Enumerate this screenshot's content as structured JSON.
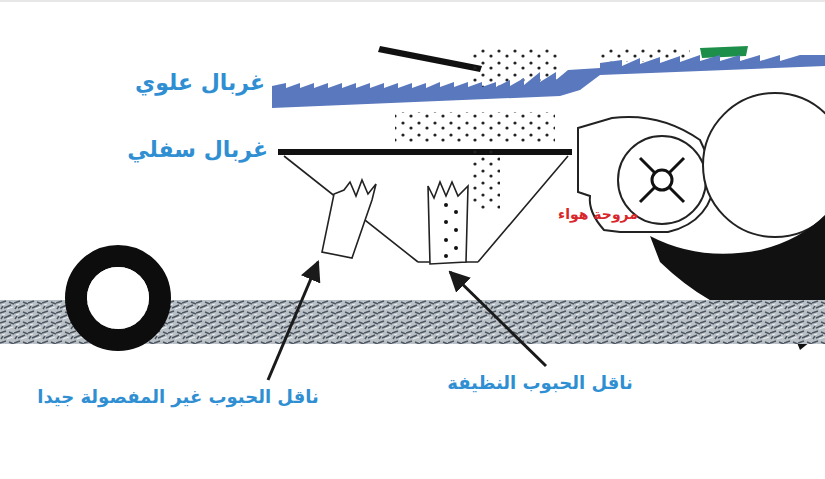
{
  "diagram": {
    "labels": [
      "غربال علوي",
      "غربال سفلي",
      "مروحة هواء",
      "ناقل الحبوب غير المفصولة جيدا",
      "ناقل الحبوب النظيفة"
    ]
  }
}
